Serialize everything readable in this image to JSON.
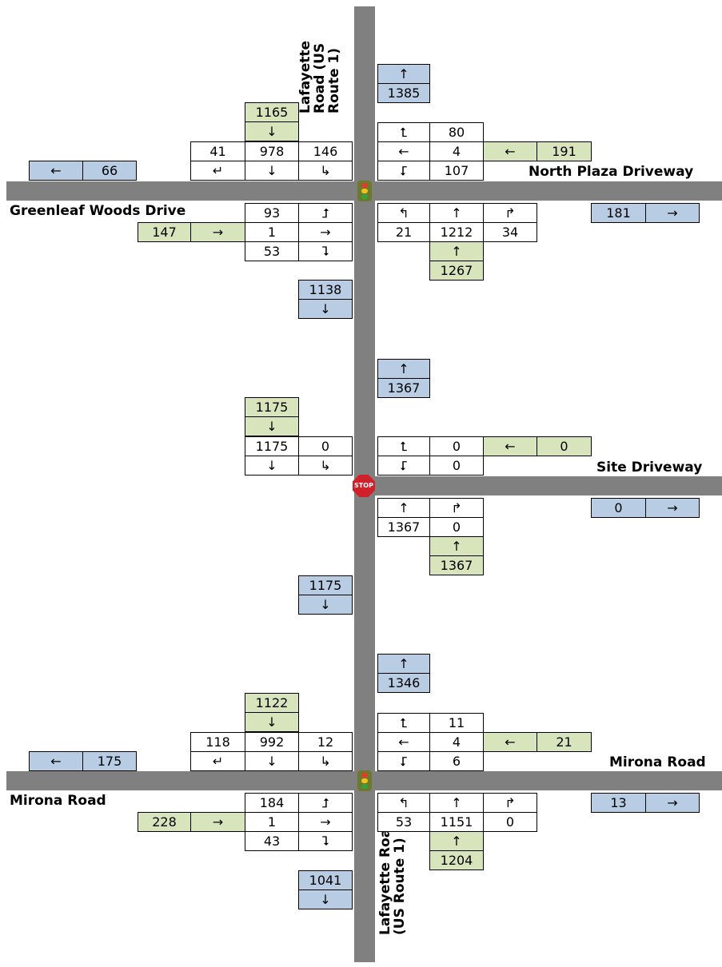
{
  "labels": {
    "lafayette_road": "Lafayette Road (US Route 1)",
    "north_plaza_driveway": "North Plaza Driveway",
    "greenleaf_woods_drive": "Greenleaf Woods Drive",
    "site_driveway": "Site Driveway",
    "mirona_road_east": "Mirona Road",
    "mirona_road_west": "Mirona Road"
  },
  "colors": {
    "road": "#808080",
    "entering_volume_fill": "#d8e4bc",
    "exiting_volume_fill": "#b8cce4"
  },
  "arrows": {
    "up": "↑",
    "down": "↓",
    "left": "←",
    "right": "→",
    "sb_right": "↵",
    "sb_left": "↳",
    "wb_right": "⮤",
    "wb_left": "⮦",
    "eb_left": "⮥",
    "eb_right": "⮧",
    "nb_left": "↰",
    "nb_right": "↱",
    "up_left": "↥",
    "up_right": "↳"
  },
  "signs": {
    "stop": "STOP"
  },
  "int1": {
    "control": "traffic signal",
    "nb_exit": "1385",
    "sb_enter": "1165",
    "sb_right": "41",
    "sb_thru": "978",
    "sb_left": "146",
    "wb_right": "80",
    "wb_thru": "4",
    "wb_left": "107",
    "wb_enter": "191",
    "w_exit": "66",
    "eb_left": "93",
    "eb_thru": "1",
    "eb_right": "53",
    "eb_enter": "147",
    "nb_left": "21",
    "nb_thru": "1212",
    "nb_right": "34",
    "nb_enter": "1267",
    "e_exit": "181",
    "sb_exit": "1138"
  },
  "int2": {
    "control": "stop",
    "nb_exit": "1367",
    "sb_enter": "1175",
    "sb_thru": "1175",
    "sb_left": "0",
    "wb_right": "0",
    "wb_left": "0",
    "wb_enter": "0",
    "nb_thru": "1367",
    "nb_right": "0",
    "nb_enter": "1367",
    "e_exit": "0",
    "sb_exit": "1175"
  },
  "int3": {
    "control": "traffic signal",
    "nb_exit": "1346",
    "sb_enter": "1122",
    "sb_right": "118",
    "sb_thru": "992",
    "sb_left": "12",
    "wb_right": "11",
    "wb_thru": "4",
    "wb_left": "6",
    "wb_enter": "21",
    "w_exit": "175",
    "eb_left": "184",
    "eb_thru": "1",
    "eb_right": "43",
    "eb_enter": "228",
    "nb_left": "53",
    "nb_thru": "1151",
    "nb_right": "0",
    "nb_enter": "1204",
    "e_exit": "13",
    "sb_exit": "1041"
  }
}
